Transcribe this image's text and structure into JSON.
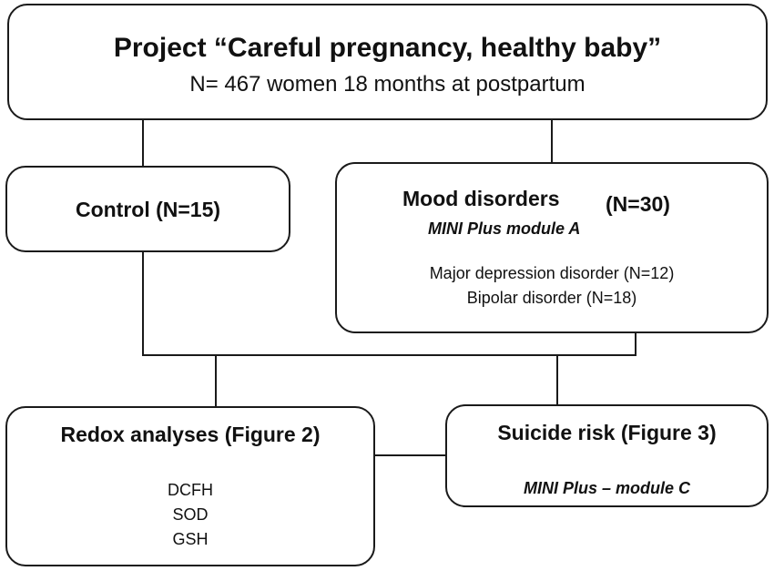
{
  "project": {
    "title": "Project “Careful pregnancy, healthy baby”",
    "subtitle": "N= 467 women 18 months at postpartum"
  },
  "control": {
    "label": "Control (N=15)"
  },
  "mood": {
    "title": "Mood disorders",
    "count": "(N=30)",
    "instrument": "MINI Plus module A",
    "items": [
      "Major depression disorder (N=12)",
      "Bipolar disorder (N=18)"
    ]
  },
  "redox": {
    "title": "Redox analyses (Figure 2)",
    "items": [
      "DCFH",
      "SOD",
      "GSH"
    ]
  },
  "suicide": {
    "title": "Suicide risk (Figure 3)",
    "instrument": "MINI Plus – module C"
  }
}
